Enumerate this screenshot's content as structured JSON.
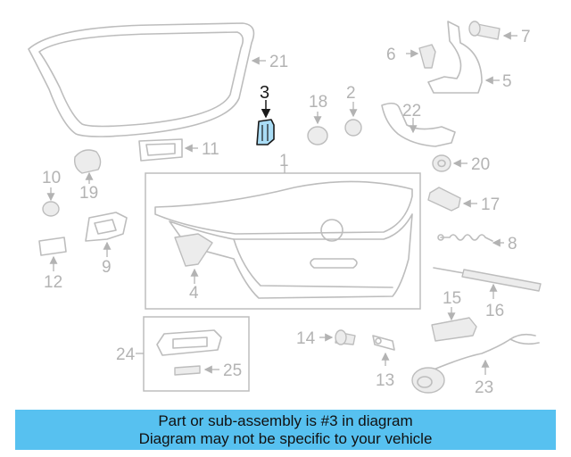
{
  "diagram": {
    "highlighted_part": "3",
    "callouts": [
      "1",
      "2",
      "3",
      "4",
      "5",
      "6",
      "7",
      "8",
      "9",
      "10",
      "11",
      "12",
      "13",
      "14",
      "15",
      "16",
      "17",
      "18",
      "19",
      "20",
      "21",
      "22",
      "23",
      "24",
      "25"
    ]
  },
  "banner": {
    "line1": "Part or sub-assembly is #3 in diagram",
    "line2": "Diagram may not be specific to your vehicle",
    "color": "#57c1f0"
  },
  "colors": {
    "parts": "#bdbdbd",
    "labels": "#b3b3b3",
    "highlight": "#1a1a1a",
    "highlight_fill": "#a9dcf5"
  }
}
